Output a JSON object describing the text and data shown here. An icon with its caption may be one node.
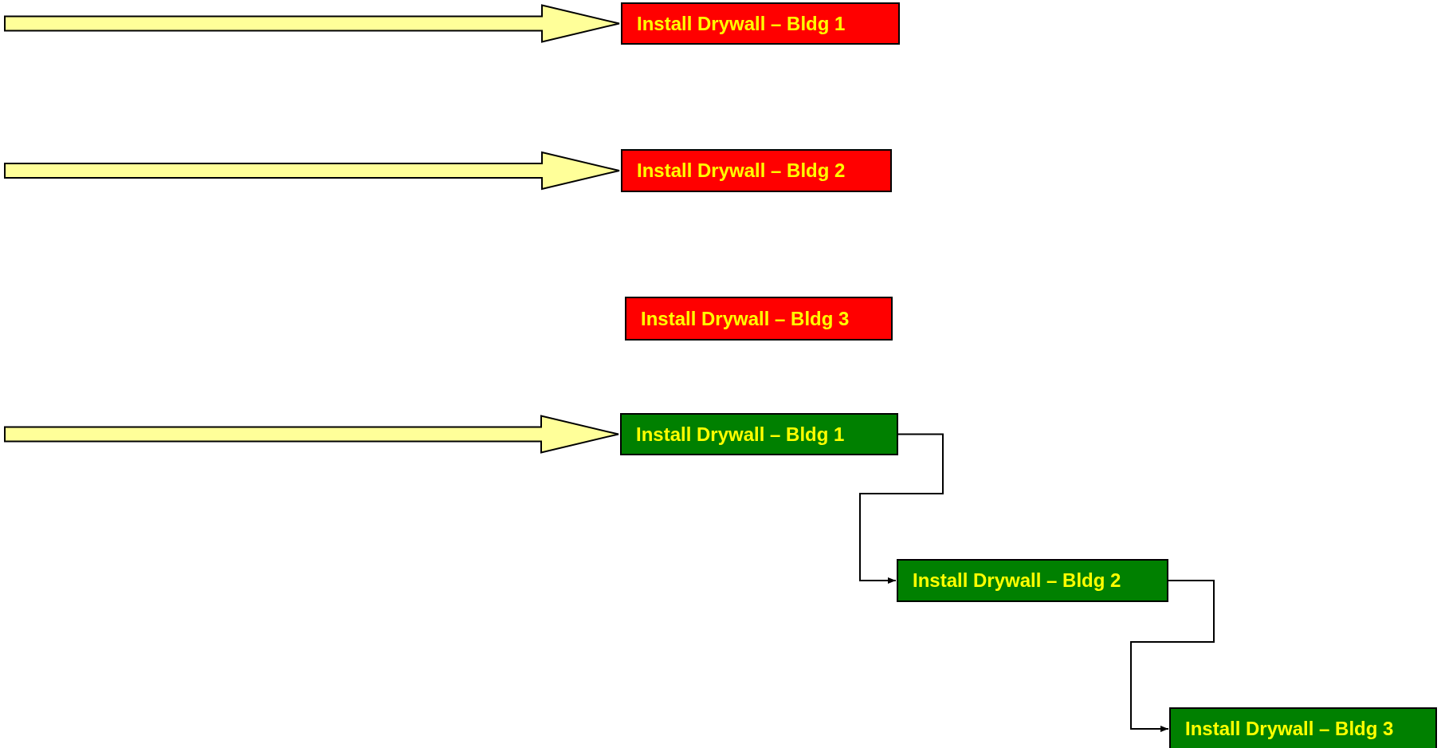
{
  "diagram": {
    "nodes": [
      {
        "text": [
          "Install Drywall – Bldg 1"
        ]
      },
      {
        "text": [
          "Install Drywall – Bldg 2"
        ]
      },
      {
        "text": [
          "Install Drywall – Bldg 3"
        ]
      },
      {
        "text": [
          "Install Drywall – Bldg 1"
        ]
      },
      {
        "text": [
          "Install Drywall – Bldg 2"
        ]
      },
      {
        "text": [
          "Install Drywall – Bldg 3"
        ]
      }
    ],
    "edges": [
      {
        "from": null,
        "to": 0,
        "arrow": "to",
        "style": "thick",
        "color": "#ffff99"
      },
      {
        "from": null,
        "to": 1,
        "arrow": "to",
        "style": "thick",
        "color": "#ffff99"
      },
      {
        "from": null,
        "to": 3,
        "arrow": "to",
        "style": "thick",
        "color": "#ffff99"
      },
      {
        "from": 3,
        "to": 4,
        "arrow": "to",
        "color": "#000000"
      },
      {
        "from": 4,
        "to": 5,
        "arrow": "to",
        "color": "#000000"
      }
    ]
  }
}
